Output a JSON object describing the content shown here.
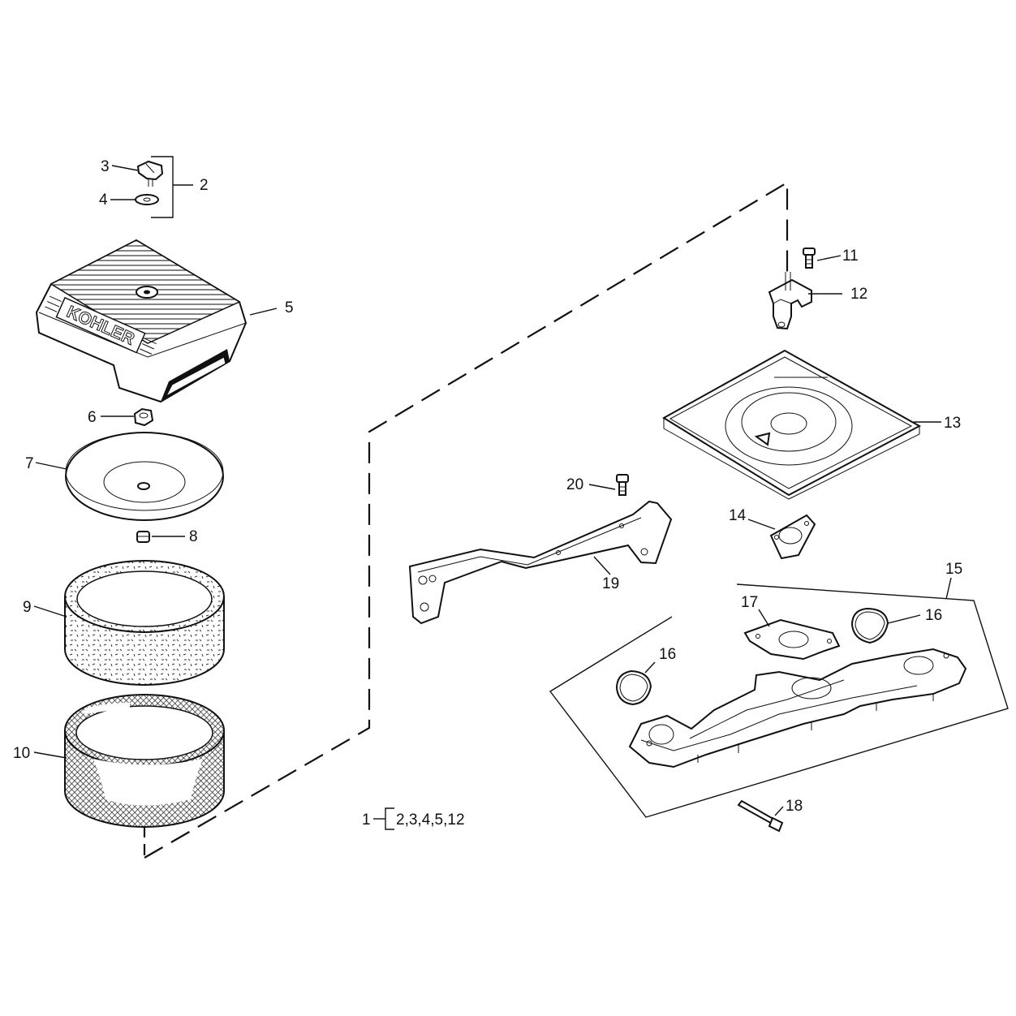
{
  "brand": {
    "logo_text": "KOHLER"
  },
  "callouts": {
    "c1": "1",
    "c2": "2",
    "c3": "3",
    "c4": "4",
    "c5": "5",
    "c6": "6",
    "c7": "7",
    "c8": "8",
    "c9": "9",
    "c10": "10",
    "c11": "11",
    "c12": "12",
    "c13": "13",
    "c14": "14",
    "c15": "15",
    "c16a": "16",
    "c16b": "16",
    "c17": "17",
    "c18": "18",
    "c19": "19",
    "c20": "20"
  },
  "kit_note": {
    "members": "2,3,4,5,12"
  }
}
